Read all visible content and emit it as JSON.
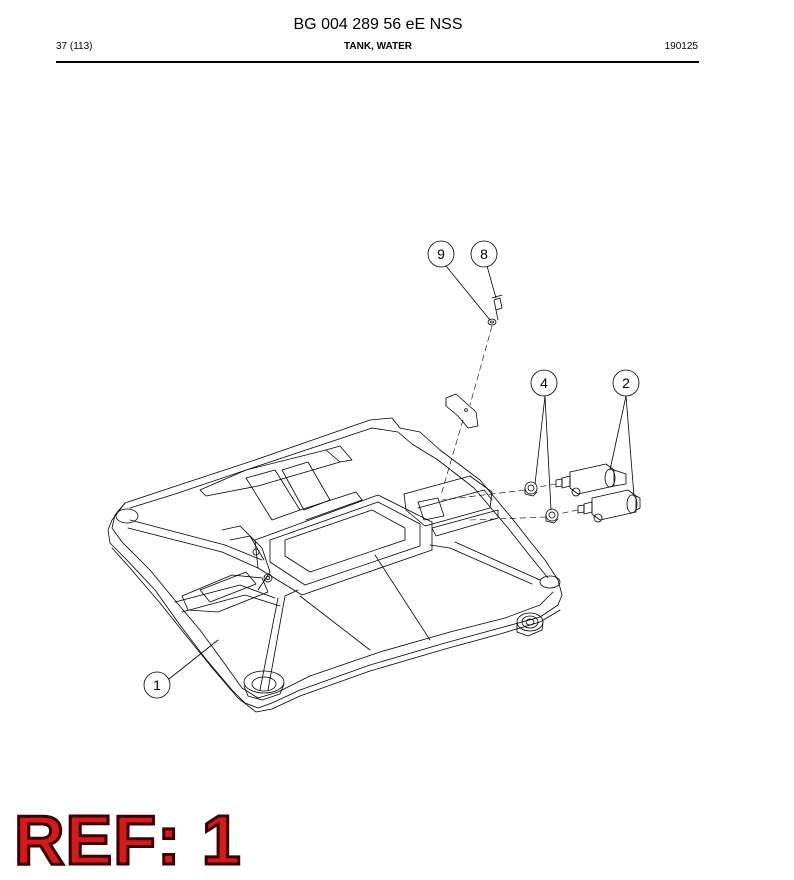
{
  "header": {
    "doc_number": "BG 004 289 56 eE NSS",
    "page": "37 (113)",
    "section": "TANK, WATER",
    "date": "190125"
  },
  "diagram": {
    "callouts": [
      {
        "id": "callout-9",
        "label": "9"
      },
      {
        "id": "callout-8",
        "label": "8"
      },
      {
        "id": "callout-4",
        "label": "4"
      },
      {
        "id": "callout-2",
        "label": "2"
      },
      {
        "id": "callout-1",
        "label": "1"
      }
    ]
  },
  "reference": {
    "label": "REF: 1",
    "color": "#d41a1a"
  }
}
